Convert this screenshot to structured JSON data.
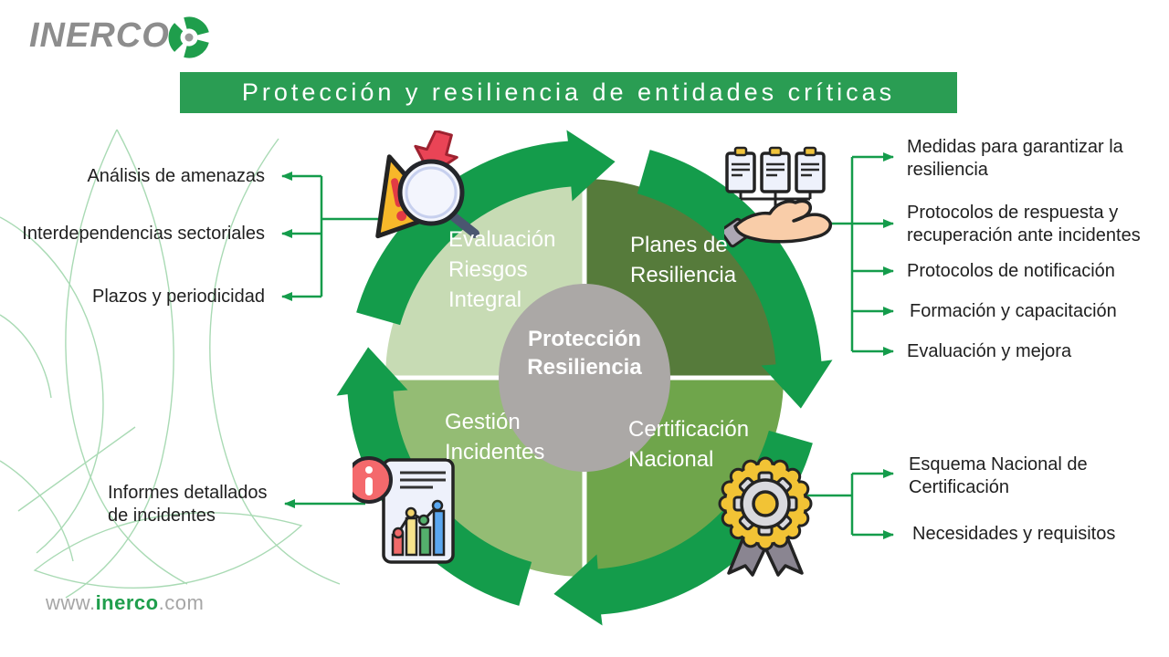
{
  "colors": {
    "brand-green": "#1F9E4C",
    "banner-green": "#2A9D53",
    "ring-green": "#149C4B",
    "connector-green": "#149C4B",
    "quad-tl": "#C7DBB4",
    "quad-tr": "#567B3B",
    "quad-bl": "#94BC74",
    "quad-br": "#6FA54B",
    "center-gray": "#ABA8A6",
    "text-dark": "#1F1F1F",
    "logo-gray": "#8D8D8D",
    "leaf-line": "#A9DAB4"
  },
  "logo": {
    "text": "INERCO"
  },
  "title": {
    "text": "Protección y resiliencia de entidades críticas"
  },
  "diagram": {
    "center": {
      "label": "Protección\nResiliencia"
    },
    "quadrants": [
      {
        "label": "Evaluación\nRiesgos\nIntegral"
      },
      {
        "label": "Planes de\nResiliencia"
      },
      {
        "label": "Gestión\nIncidentes"
      },
      {
        "label": "Certificación\nNacional"
      }
    ]
  },
  "left_labels": [
    {
      "text": "Análisis de amenazas"
    },
    {
      "text": "Interdependencias sectoriales"
    },
    {
      "text": "Plazos y periodicidad"
    },
    {
      "text": "Informes detallados\nde incidentes"
    }
  ],
  "right_labels": [
    {
      "text": "Medidas para garantizar la\nresiliencia"
    },
    {
      "text": "Protocolos de respuesta y\nrecuperación ante incidentes"
    },
    {
      "text": "Protocolos de notificación"
    },
    {
      "text": "Formación y capacitación"
    },
    {
      "text": "Evaluación y mejora"
    },
    {
      "text": "Esquema Nacional de\nCertificación"
    },
    {
      "text": "Necesidades y requisitos"
    }
  ],
  "footer": {
    "www": "www.",
    "domain": "inerco",
    "tld": ".com"
  },
  "icons": {
    "top_left": "risk-analysis-magnifier-warning-icon",
    "top_right": "resilience-plans-clipboards-hand-icon",
    "bottom_left": "incident-report-chart-icon",
    "bottom_right": "certification-medal-icon",
    "logo": "inerco-swirl-icon"
  }
}
